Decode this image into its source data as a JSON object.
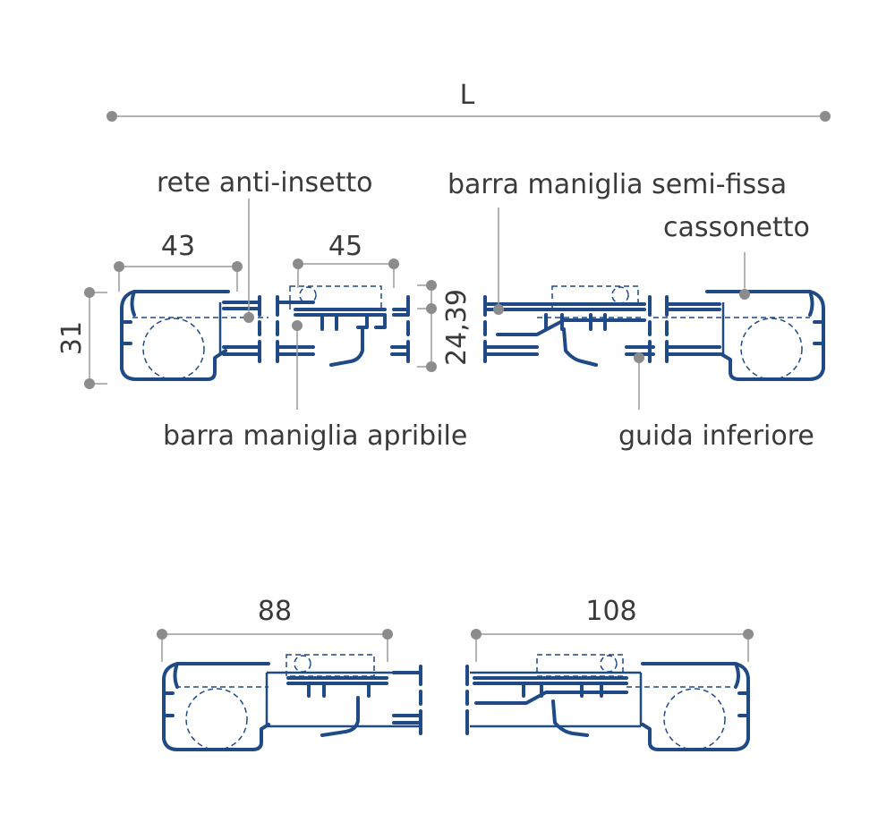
{
  "dimensions": {
    "total_width": "L",
    "left_box_width": "43",
    "handle_width": "45",
    "height": "31",
    "rail_height": "24,39",
    "bottom_left_width": "88",
    "bottom_right_width": "108"
  },
  "labels": {
    "insect_screen": "rete anti-insetto",
    "semi_fixed_bar": "barra maniglia semi-fissa",
    "box": "cassonetto",
    "opening_bar": "barra maniglia apribile",
    "bottom_guide": "guida inferiore"
  },
  "colors": {
    "profile": "#1f4a86",
    "dimension": "#8c8c8c",
    "text": "#3a3a3a"
  }
}
